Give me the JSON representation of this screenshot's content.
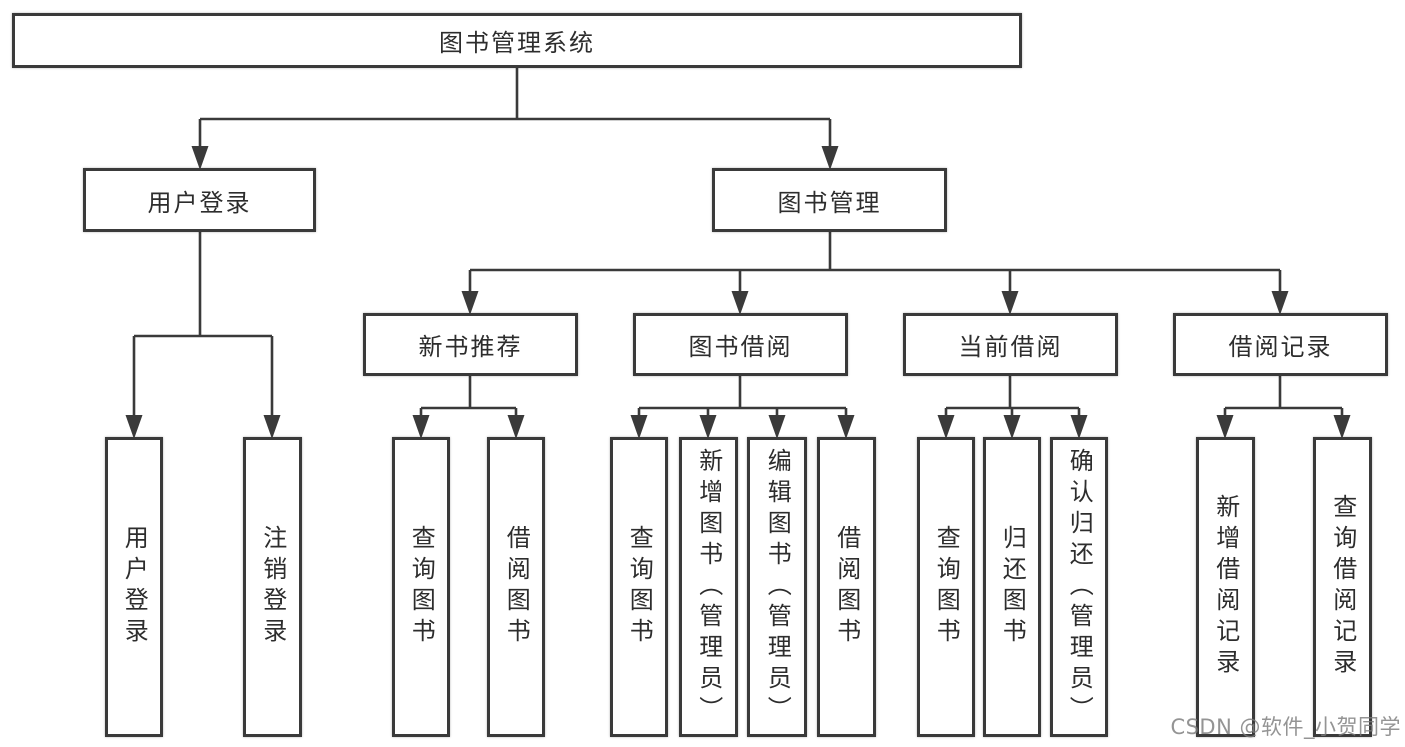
{
  "diagram": {
    "title": "图书管理系统",
    "root": {
      "label": "图书管理系统"
    },
    "level2": [
      {
        "id": "user-login",
        "label": "用户登录",
        "parent": "图书管理系统"
      },
      {
        "id": "book-management",
        "label": "图书管理",
        "parent": "图书管理系统"
      }
    ],
    "level3": [
      {
        "id": "new-book-recommend",
        "label": "新书推荐",
        "parent": "图书管理"
      },
      {
        "id": "book-borrow",
        "label": "图书借阅",
        "parent": "图书管理"
      },
      {
        "id": "current-borrow",
        "label": "当前借阅",
        "parent": "图书管理"
      },
      {
        "id": "borrow-records",
        "label": "借阅记录",
        "parent": "图书管理"
      }
    ],
    "leaves": [
      {
        "label": "用户登录",
        "parent": "用户登录"
      },
      {
        "label": "注销登录",
        "parent": "用户登录"
      },
      {
        "label": "查询图书",
        "parent": "新书推荐"
      },
      {
        "label": "借阅图书",
        "parent": "新书推荐"
      },
      {
        "label": "查询图书",
        "parent": "图书借阅"
      },
      {
        "label": "新增图书（管理员）",
        "parent": "图书借阅"
      },
      {
        "label": "编辑图书（管理员）",
        "parent": "图书借阅"
      },
      {
        "label": "借阅图书",
        "parent": "图书借阅"
      },
      {
        "label": "查询图书",
        "parent": "当前借阅"
      },
      {
        "label": "归还图书",
        "parent": "当前借阅"
      },
      {
        "label": "确认归还（管理员）",
        "parent": "当前借阅"
      },
      {
        "label": "新增借阅记录",
        "parent": "借阅记录"
      },
      {
        "label": "查询借阅记录",
        "parent": "借阅记录"
      }
    ],
    "watermark": "CSDN @软件_小贺同学",
    "colors": {
      "line": "#3a3a3a",
      "text": "#2d2d2d",
      "box_background": "#ffffff",
      "page_background": "#ffffff",
      "watermark": "#7d7d7d"
    }
  }
}
